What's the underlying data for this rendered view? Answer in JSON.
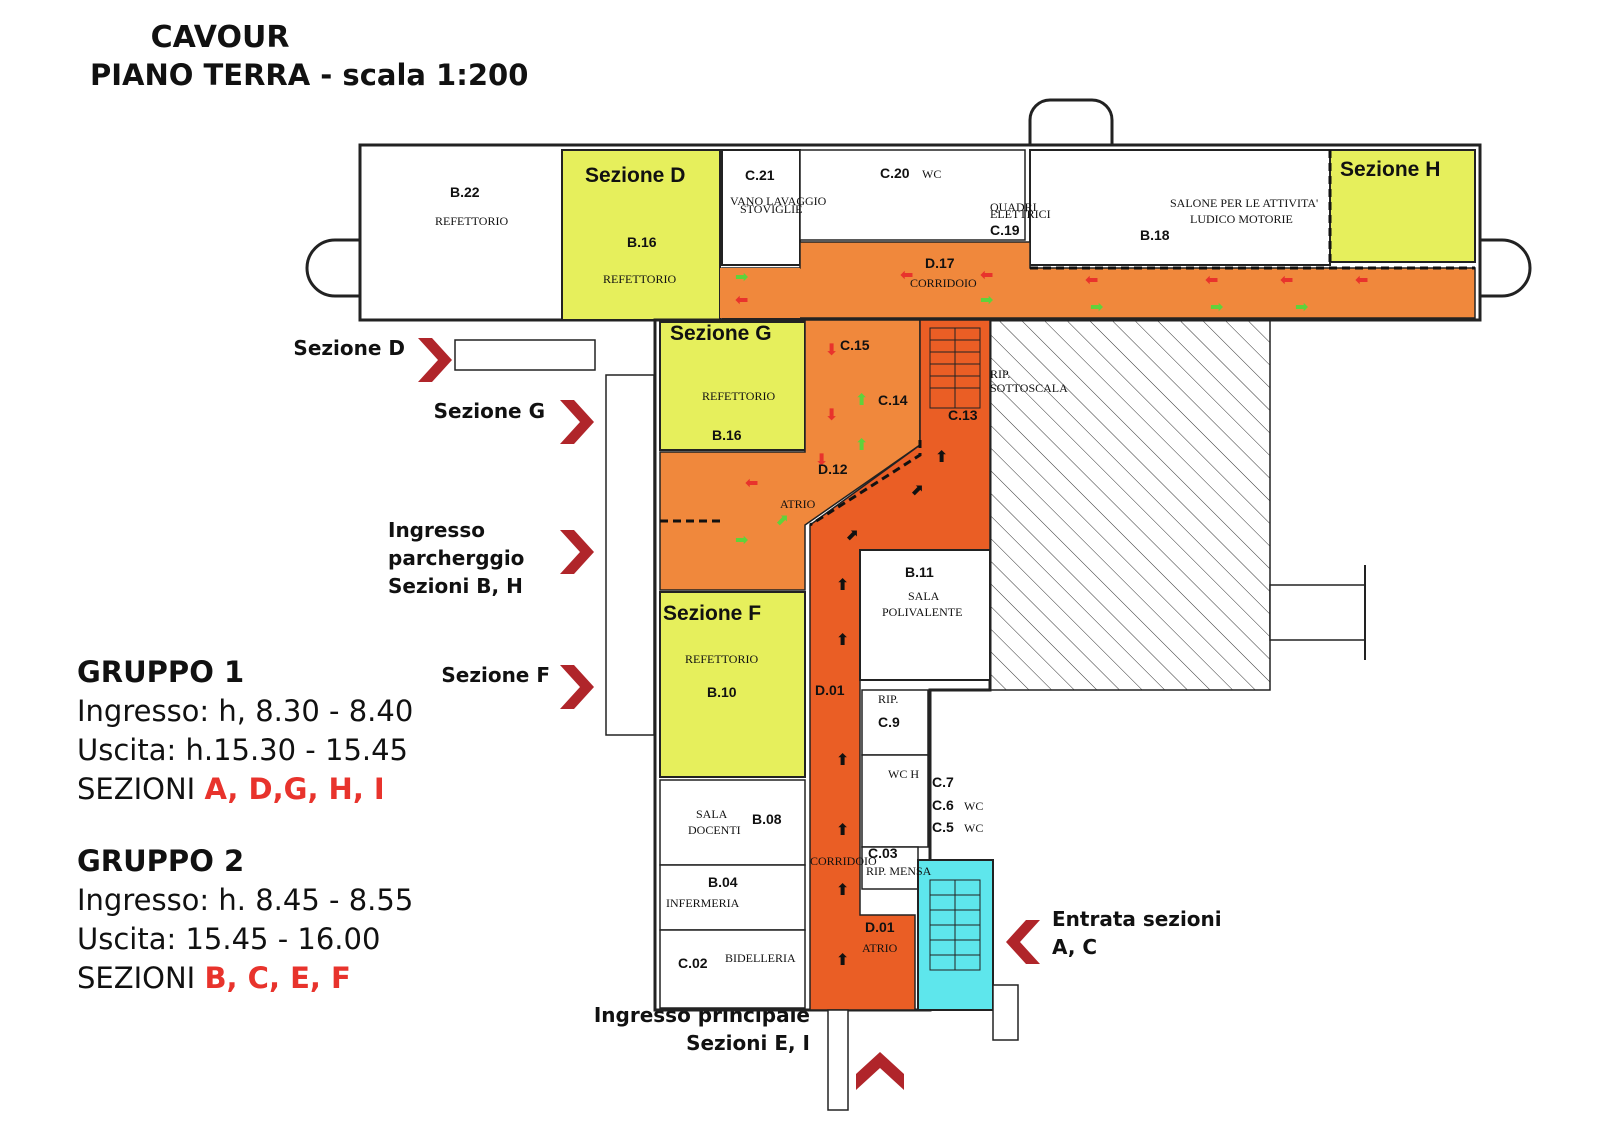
{
  "title": "CAVOUR",
  "subtitle": "PIANO TERRA - scala 1:200",
  "groups": [
    {
      "heading": "GRUPPO 1",
      "ingresso": "Ingresso: h, 8.30 - 8.40",
      "uscita": "Uscita: h.15.30 - 15.45",
      "sezioni_label": "SEZIONI",
      "sezioni": "A, D,G, H, I"
    },
    {
      "heading": "GRUPPO 2",
      "ingresso": "Ingresso:  h. 8.45 - 8.55",
      "uscita": "Uscita: 15.45 - 16.00",
      "sezioni_label": "SEZIONI",
      "sezioni": "B, C, E, F"
    }
  ],
  "entrances": {
    "sezione_d": "Sezione D",
    "sezione_g": "Sezione G",
    "parcheggio": [
      "Ingresso",
      "parcherggio",
      "Sezioni B, H"
    ],
    "sezione_f": "Sezione F",
    "entrata_ac": [
      "Entrata sezioni",
      "A, C"
    ],
    "principale": [
      "Ingresso principale",
      "Sezioni E, I"
    ]
  },
  "sections": {
    "d": "Sezione D",
    "g": "Sezione G",
    "f": "Sezione F",
    "h": "Sezione H"
  },
  "rooms": {
    "b22": "B.22",
    "b22_name": "REFETTORIO",
    "b16a": "B.16",
    "b16a_name": "REFETTORIO",
    "c21": "C.21",
    "c21_name1": "VANO LAVAGGIO",
    "c21_name2": "STOVIGLIE",
    "c20": "C.20",
    "c20_wc": "WC",
    "c19": "C.19",
    "c19_name1": "QUADRI",
    "c19_name2": "ELETTRICI",
    "b18": "B.18",
    "b18_name1": "SALONE PER LE ATTIVITA'",
    "b18_name2": "LUDICO MOTORIE",
    "d17": "D.17",
    "d17_name": "CORRIDOIO",
    "c15": "C.15",
    "c14": "C.14",
    "c13": "C.13",
    "rip_sottoscala1": "RIP.",
    "rip_sottoscala2": "SOTTOSCALA",
    "b16b": "B.16",
    "b16b_name": "REFETTORIO",
    "d12": "D.12",
    "atrio": "ATRIO",
    "b11": "B.11",
    "b11_name1": "SALA",
    "b11_name2": "POLIVALENTE",
    "b10": "B.10",
    "b10_name": "REFETTORIO",
    "d01": "D.01",
    "corridoio": "CORRIDOIO",
    "rip": "RIP.",
    "c9": "C.9",
    "wch": "WC H",
    "c7": "C.7",
    "c6": "C.6",
    "c5": "C.5",
    "wc": "WC",
    "c03": "C.03",
    "c03_name": "RIP. MENSA",
    "b08": "B.08",
    "b08_name1": "SALA",
    "b08_name2": "DOCENTI",
    "b04": "B.04",
    "b04_name": "INFERMERIA",
    "c02": "C.02",
    "c02_name": "BIDELLERIA",
    "d01b": "D.01",
    "d01b_name": "ATRIO"
  },
  "colors": {
    "yellow": "#e6ef5c",
    "orange_light": "#f0883c",
    "orange_dark": "#ea5e25",
    "cyan": "#5ee6ec",
    "arrow_red": "#e8332c",
    "arrow_green": "#5fd23b",
    "chevron": "#b0252a"
  }
}
